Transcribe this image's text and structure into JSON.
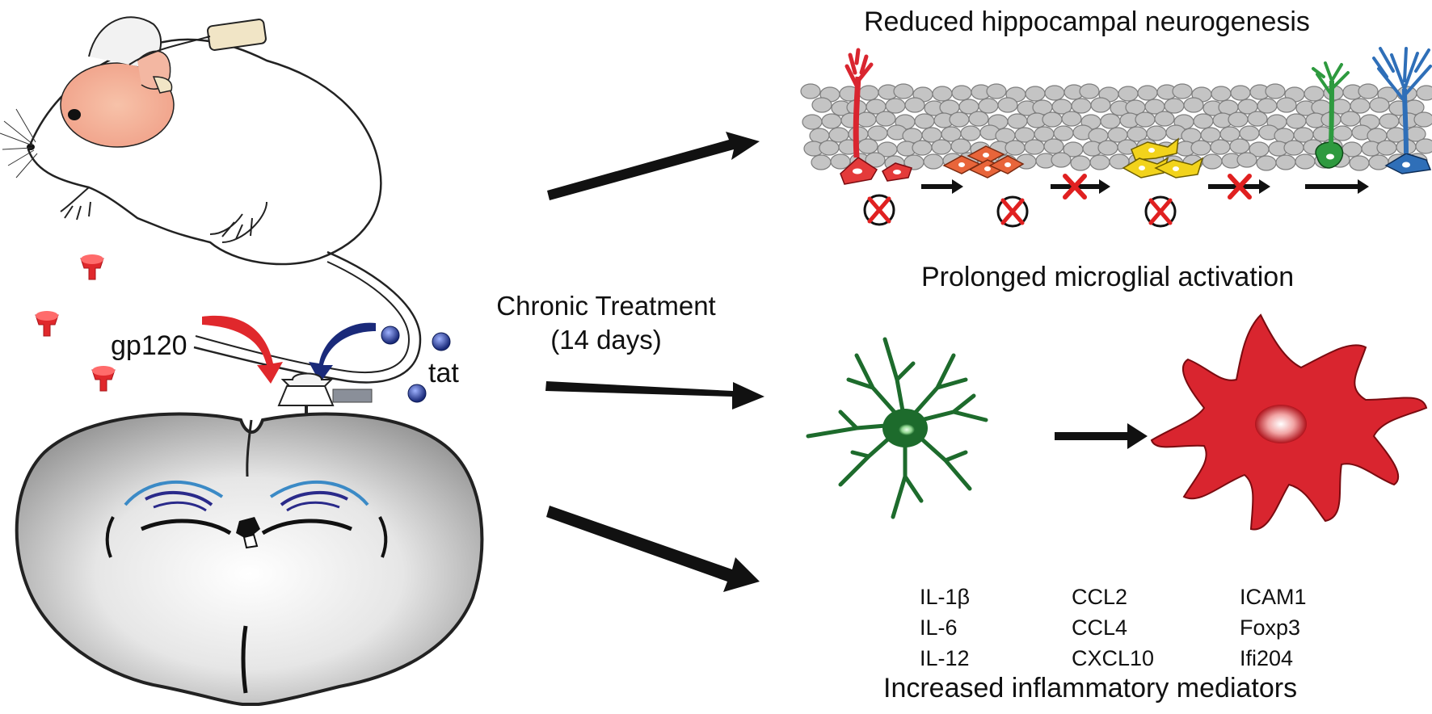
{
  "headings": {
    "neurogenesis": "Reduced hippocampal neurogenesis",
    "microglia": "Prolonged microglial activation",
    "inflammatory": "Increased inflammatory mediators"
  },
  "treatment": {
    "line1": "Chronic Treatment",
    "line2": "(14 days)"
  },
  "agents": {
    "gp120": "gp120",
    "tat": "tat"
  },
  "mediators": {
    "col1": [
      "IL-1β",
      "IL-6",
      "IL-12"
    ],
    "col2": [
      "CCL2",
      "CCL4",
      "CXCL10"
    ],
    "col3": [
      "ICAM1",
      "Foxp3",
      "Ifi204"
    ]
  },
  "colors": {
    "gp120": "#e0282c",
    "tat": "#1a2a7a",
    "resting_microglia": "#1d6b2c",
    "activated_microglia": "#d9252f",
    "stem_cell": "#d9252f",
    "progenitor": "#e8653a",
    "neuroblast": "#f2d31c",
    "immature_neuron": "#2e9a3f",
    "mature_neuron": "#2f6fb8",
    "blocked": "#e02020"
  }
}
